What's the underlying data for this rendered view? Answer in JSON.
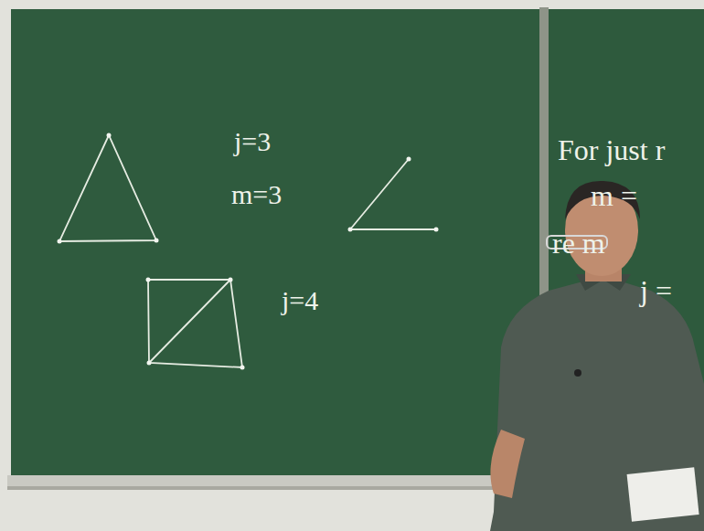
{
  "diagram": {
    "labels": [
      "j=3",
      "m=3",
      "j=4",
      "For just r",
      "m =",
      "re m",
      "j ="
    ]
  }
}
